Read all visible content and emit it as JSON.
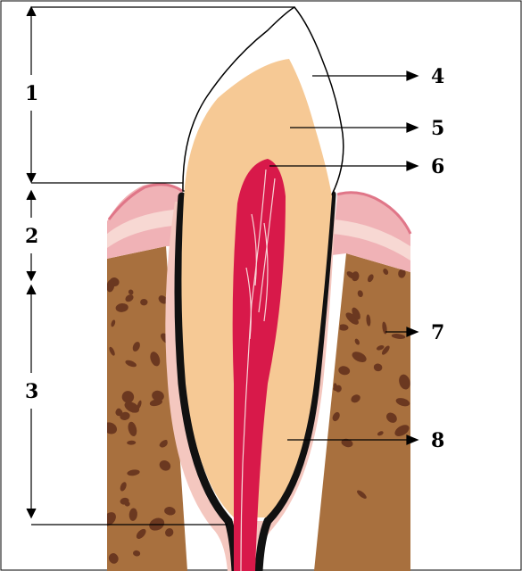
{
  "diagram": {
    "region_labels": [
      "1",
      "2",
      "3"
    ],
    "part_labels": [
      "4",
      "5",
      "6",
      "7",
      "8"
    ]
  },
  "colors": {
    "enamel": "#ffffff",
    "dentin": "#f6c995",
    "pulp": "#d8194a",
    "pulp_vessels": "#f7d4d6",
    "gum": "#f0b2b6",
    "gum_edge": "#e07688",
    "bone": "#a8703e",
    "bone_spots": "#6b3820",
    "ligament": "#f4c7bf",
    "cementum_dark": "#111111"
  }
}
